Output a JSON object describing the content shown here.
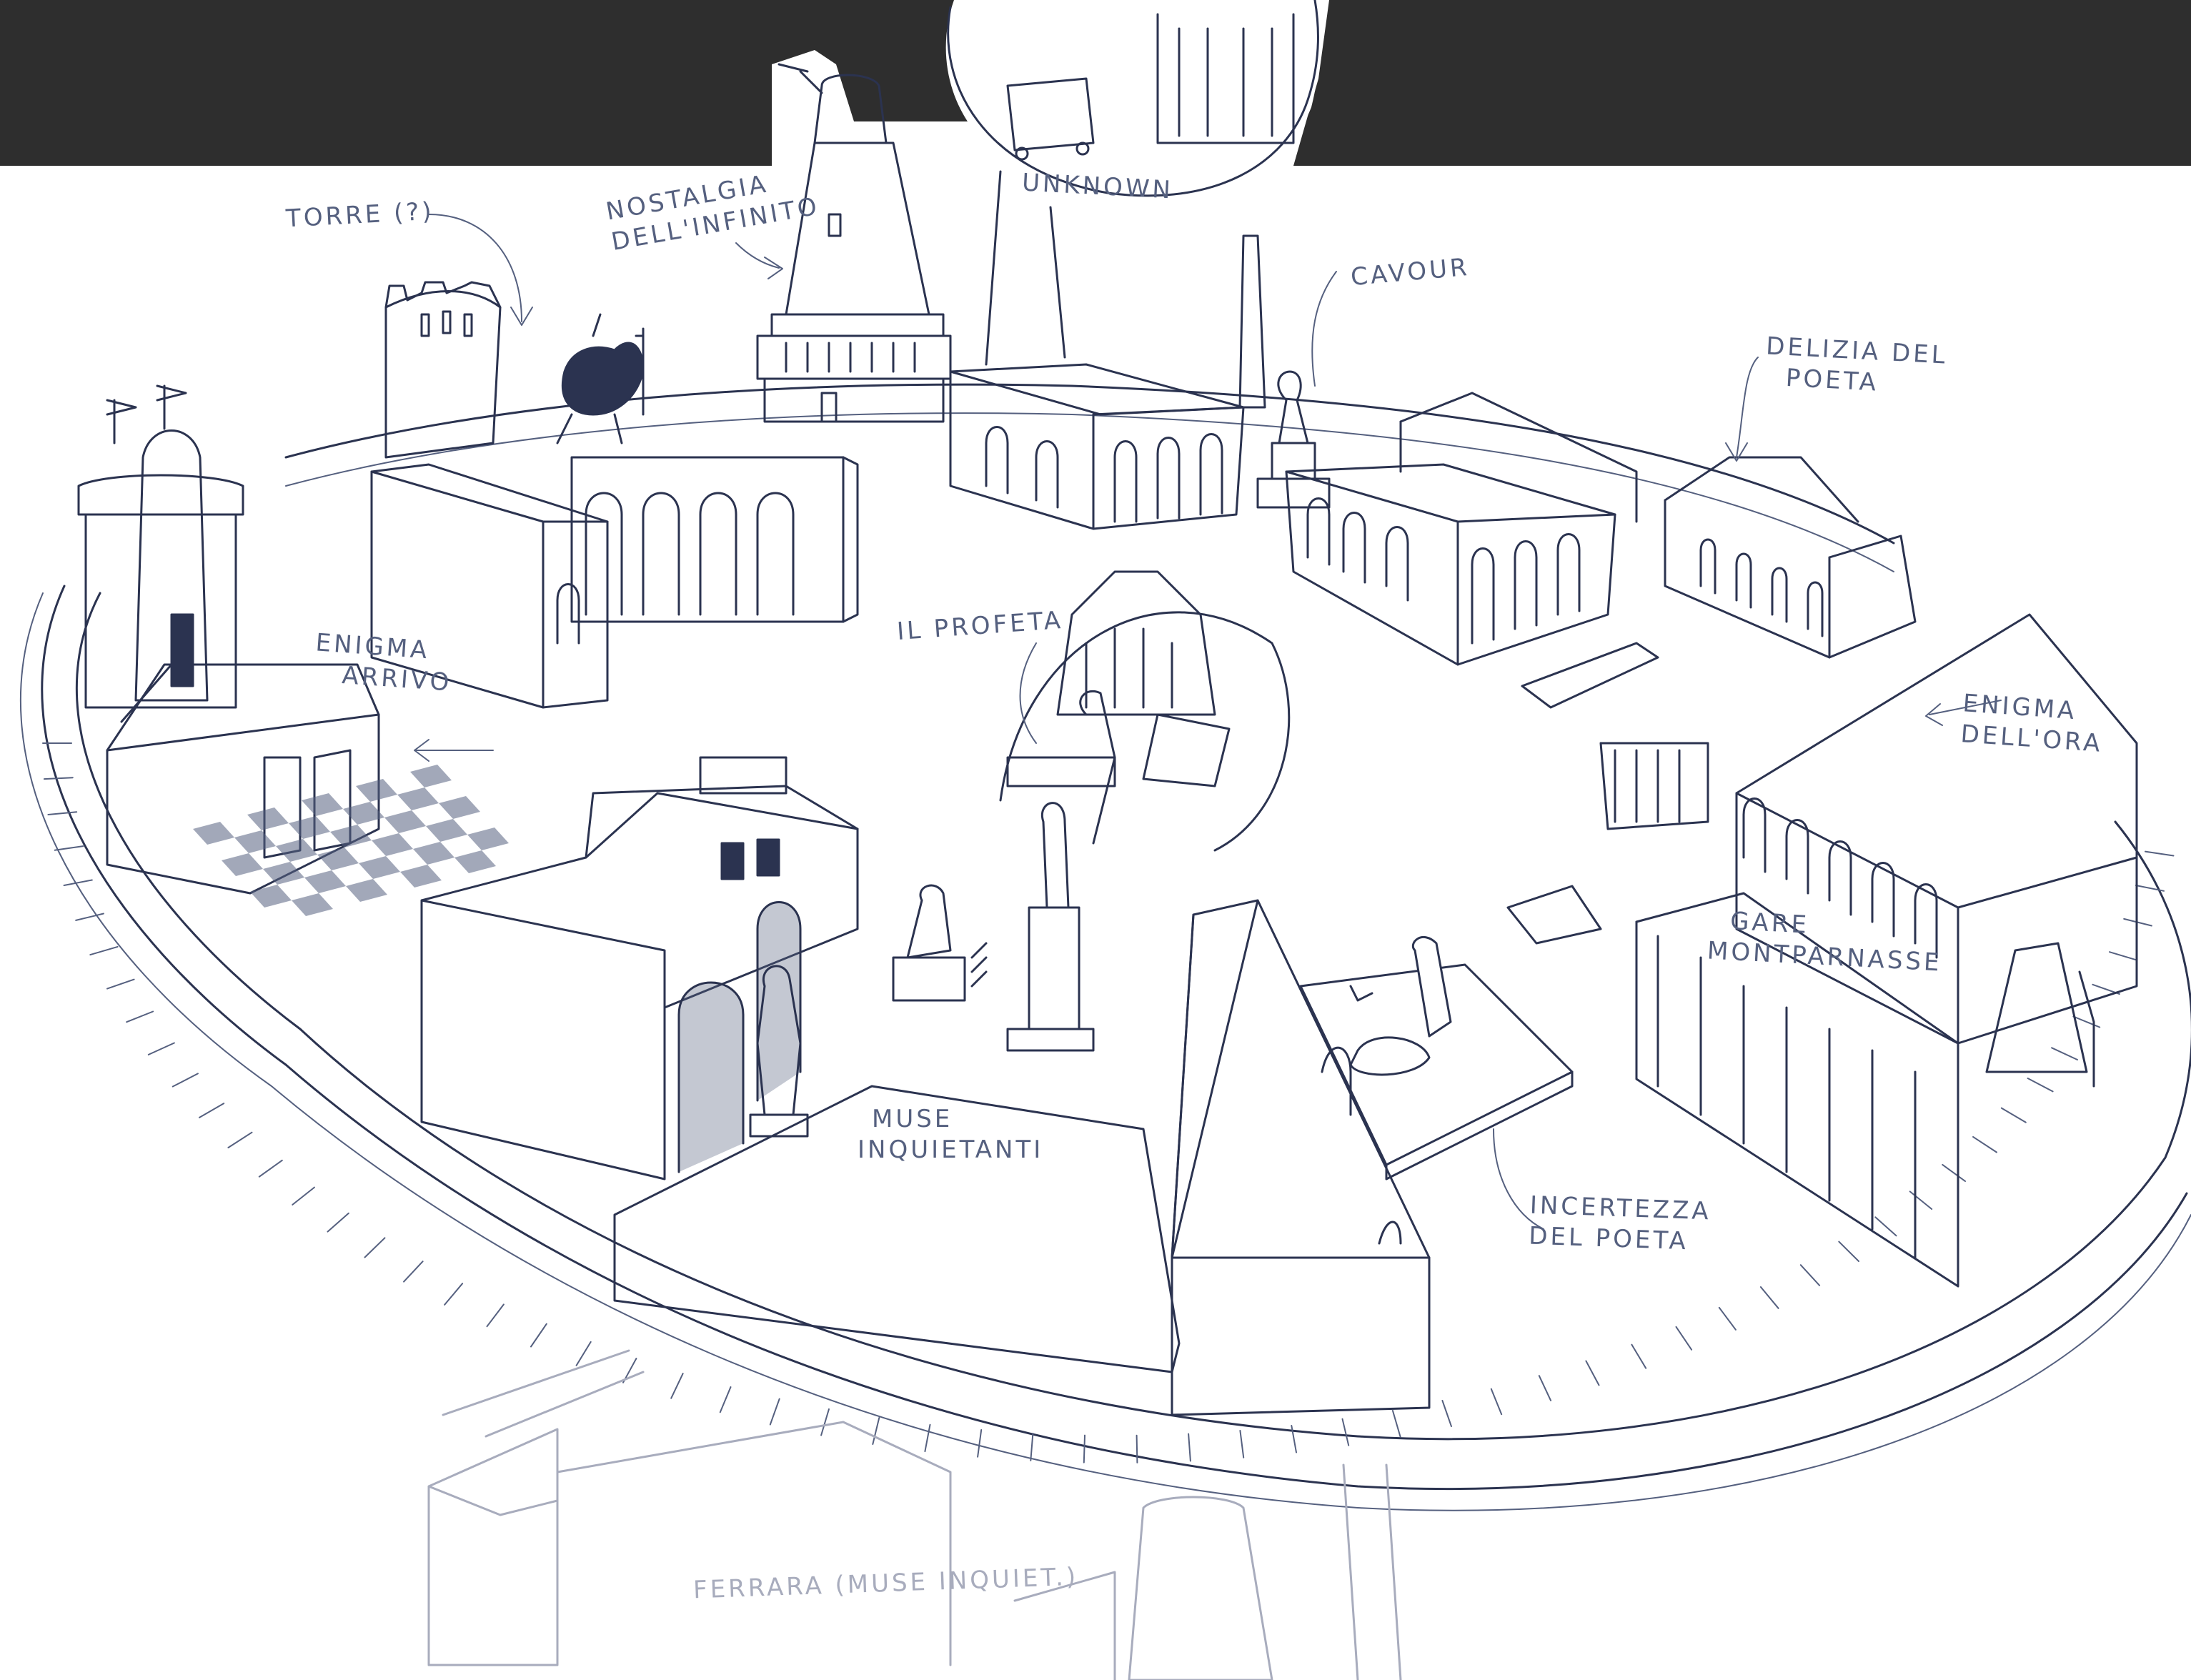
{
  "colors": {
    "ink": "#2b3350",
    "pencil": "#55607f",
    "faint": "#a8acbd",
    "band": "#2e2e2e",
    "paper": "#ffffff"
  },
  "labels": {
    "torre": "TORRE (?)",
    "nostalgia_1": "NOSTALGIA",
    "nostalgia_2": "DELL'INFINITO",
    "unknown": "UNKNOWN",
    "cavour": "CAVOUR",
    "delizia_1": "DELIZIA DEL",
    "delizia_2": "POETA",
    "profeta": "IL PROFETA",
    "enigma_arrivo_1": "ENIGMA",
    "enigma_arrivo_2": "ARRIVO",
    "enigma_ora_1": "ENIGMA",
    "enigma_ora_2": "DELL'ORA",
    "gare_1": "GARE",
    "gare_2": "MONTPARNASSE",
    "muse_1": "MUSE",
    "muse_2": "INQUIETANTI",
    "incertezza_1": "INCERTEZZA",
    "incertezza_2": "DEL POETA",
    "ferrara": "FERRARA (MUSE INQUIET.)"
  }
}
